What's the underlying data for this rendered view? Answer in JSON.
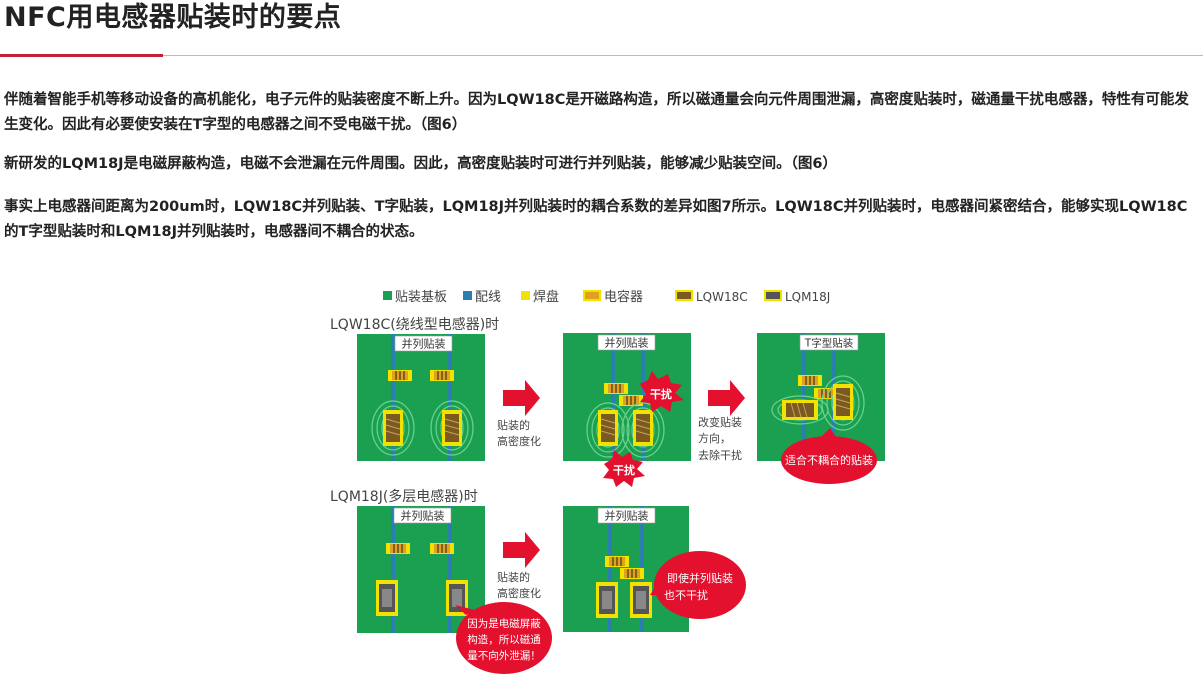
{
  "article": {
    "title": "NFC用电感器贴装时的要点",
    "paragraphs": [
      "伴随着智能手机等移动设备的高机能化，电子元件的贴装密度不断上升。因为LQW18C是开磁路构造，所以磁通量会向元件周围泄漏，高密度贴装时，磁通量干扰电感器，特性有可能发生变化。因此有必要使安装在T字型的电感器之间不受电磁干扰。（图6）",
      "新研发的LQM18J是电磁屏蔽构造，电磁不会泄漏在元件周围。因此，高密度贴装时可进行并列贴装，能够减少贴装空间。（图6）",
      "事实上电感器间距离为200um时，LQW18C并列贴装、T字贴装，LQM18J并列贴装时的耦合系数的差异如图7所示。LQW18C并列贴装时，电感器间紧密结合，能够实现LQW18C的T字型贴装时和LQM18J并列贴装时，电感器间不耦合的状态。"
    ]
  },
  "figure": {
    "legend": [
      {
        "label": "贴装基板",
        "color": "#1aa050"
      },
      {
        "label": "配线",
        "color": "#2a7fb0"
      },
      {
        "label": "焊盘",
        "color": "#f2e200"
      },
      {
        "label": "电容器",
        "color": "#e0a020"
      },
      {
        "label": "LQW18C",
        "color": "#7a5a20"
      },
      {
        "label": "LQM18J",
        "color": "#555555"
      }
    ],
    "row1_label": "LQW18C(绕线型电感器)时",
    "row2_label": "LQM18J(多层电感器)时",
    "panel_tag_parallel": "并列贴装",
    "panel_tag_t": "T字型贴装",
    "arrow_high_density": [
      "贴装的",
      "高密度化"
    ],
    "arrow_change": [
      "改变贴装",
      "方向，",
      "去除干扰"
    ],
    "interference": "干扰",
    "callout_no_coupling": "适合不耦合的贴装",
    "callout_no_interference": [
      "即使并列贴装",
      "也不干扰"
    ],
    "callout_shield": [
      "因为是电磁屏蔽",
      "构造，所以磁通",
      "量不向外泄漏！"
    ],
    "colors": {
      "board": "#1aa050",
      "trace": "#2a7fb0",
      "pad": "#f2e200",
      "red": "#e3102e",
      "accent": "#c0203a"
    }
  }
}
